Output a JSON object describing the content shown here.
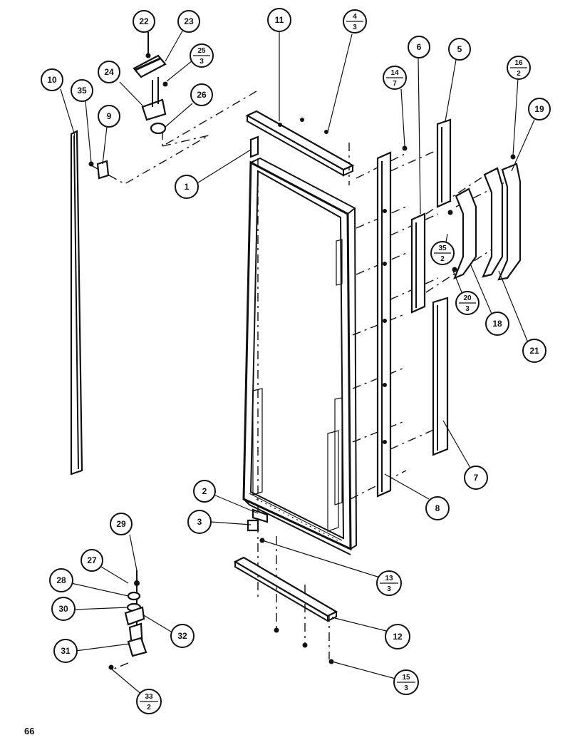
{
  "diagram": {
    "callouts": [
      {
        "id": "c1",
        "text": "1"
      },
      {
        "id": "c2",
        "text": "2"
      },
      {
        "id": "c3",
        "text": "3"
      },
      {
        "id": "c5",
        "text": "5"
      },
      {
        "id": "c6",
        "text": "6"
      },
      {
        "id": "c7",
        "text": "7"
      },
      {
        "id": "c8",
        "text": "8"
      },
      {
        "id": "c9",
        "text": "9"
      },
      {
        "id": "c10",
        "text": "10"
      },
      {
        "id": "c11",
        "text": "11"
      },
      {
        "id": "c12",
        "text": "12"
      },
      {
        "id": "c18",
        "text": "18"
      },
      {
        "id": "c19",
        "text": "19"
      },
      {
        "id": "c21",
        "text": "21"
      },
      {
        "id": "c22",
        "text": "22"
      },
      {
        "id": "c23",
        "text": "23"
      },
      {
        "id": "c24",
        "text": "24"
      },
      {
        "id": "c26",
        "text": "26"
      },
      {
        "id": "c27",
        "text": "27"
      },
      {
        "id": "c28",
        "text": "28"
      },
      {
        "id": "c29",
        "text": "29"
      },
      {
        "id": "c30",
        "text": "30"
      },
      {
        "id": "c31",
        "text": "31"
      },
      {
        "id": "c32",
        "text": "32"
      },
      {
        "id": "c35",
        "text": "35"
      }
    ],
    "fraction_callouts": [
      {
        "id": "f4_3",
        "top": "4",
        "bottom": "3"
      },
      {
        "id": "f14_7",
        "top": "14",
        "bottom": "7"
      },
      {
        "id": "f16_2",
        "top": "16",
        "bottom": "2"
      },
      {
        "id": "f25_3",
        "top": "25",
        "bottom": "3"
      },
      {
        "id": "f35_2",
        "top": "35",
        "bottom": "2"
      },
      {
        "id": "f20_3",
        "top": "20",
        "bottom": "3"
      },
      {
        "id": "f13_3",
        "top": "13",
        "bottom": "3"
      },
      {
        "id": "f15_3",
        "top": "15",
        "bottom": "3"
      },
      {
        "id": "f33_2",
        "top": "33",
        "bottom": "2"
      }
    ],
    "page_number": "66"
  }
}
